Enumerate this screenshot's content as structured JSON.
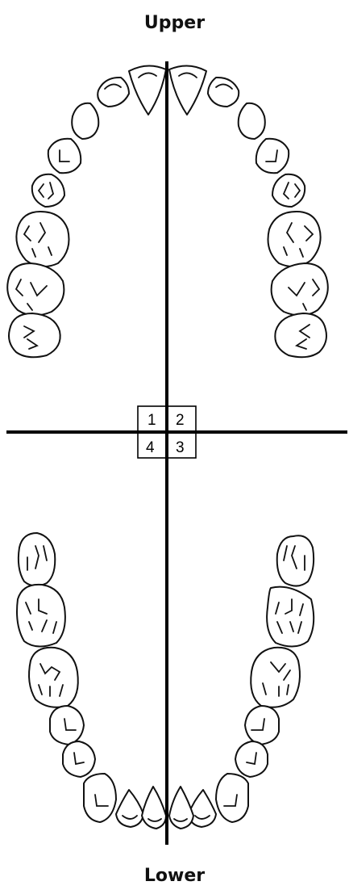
{
  "labels": {
    "upper": "Upper",
    "lower": "Lower"
  },
  "quadrants": [
    "1",
    "2",
    "4",
    "3"
  ]
}
